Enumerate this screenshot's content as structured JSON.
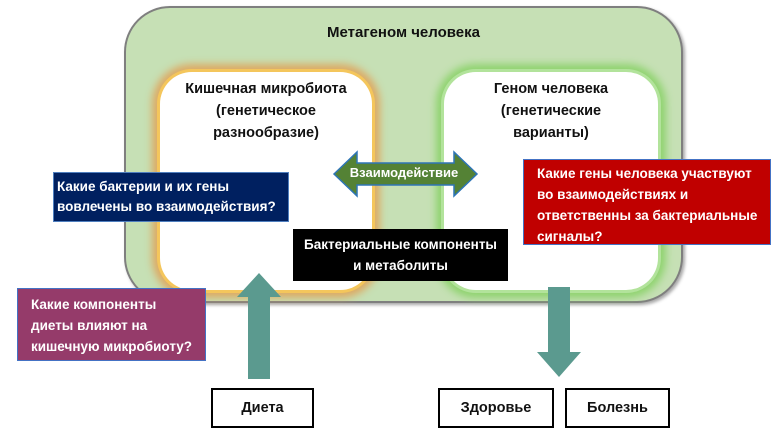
{
  "diagram": {
    "title": "Метагеном человека",
    "microbiota_box": {
      "label": "Кишечная микробиота (генетическое разнообразие)",
      "lines": [
        "Кишечная микробиота",
        "(генетическое",
        "разнообразие)"
      ]
    },
    "genome_box": {
      "label": "Геном человека (генетические варианты)",
      "lines": [
        "Геном человека",
        "(генетические",
        "варианты)"
      ]
    },
    "interaction_arrow": {
      "label": "Взаимодействие",
      "color": "#548235"
    },
    "bacterial_components": {
      "lines": [
        "Бактериальные компоненты",
        "и метаболиты"
      ],
      "color": "#000000"
    },
    "question_bacteria": {
      "lines": [
        "Какие бактерии и их гены",
        "вовлечены во взаимодействия?"
      ],
      "color": "#002060"
    },
    "question_human": {
      "lines": [
        "Какие гены человека участвуют",
        "во взаимодействиях и",
        "ответственны за бактериальные",
        "сигналы?"
      ],
      "color": "#c00000"
    },
    "question_diet": {
      "lines": [
        "Какие компоненты",
        "диеты влияют на",
        "кишечную микробиоту?"
      ],
      "color": "#953b6a"
    },
    "inputs": {
      "diet": "Диета"
    },
    "outcomes": {
      "health": "Здоровье",
      "disease": "Болезнь"
    },
    "flow_arrow_color": "#5b9a8f",
    "outer_color": "#c6e0b5",
    "microbiota_glow": "#ddaa64",
    "genome_glow": "#8fd36f"
  }
}
